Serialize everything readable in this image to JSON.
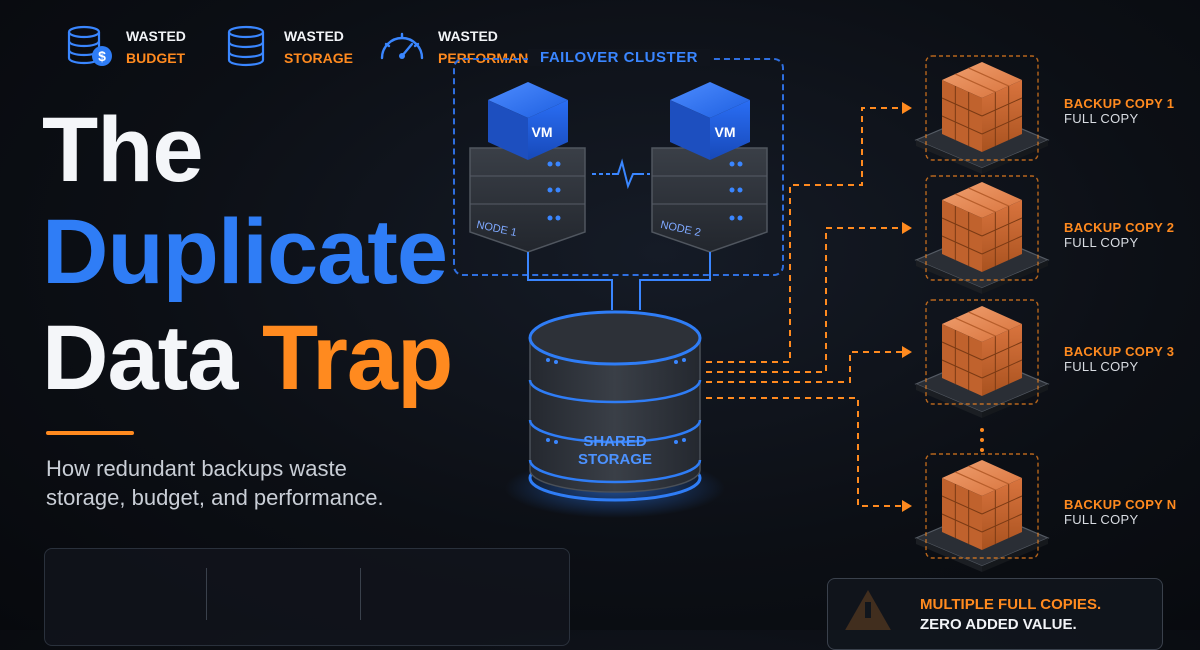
{
  "title": {
    "line1": "The",
    "line2": "Duplicate",
    "line3_word1": "Data",
    "line3_word2": "Trap",
    "subtitle": "How redundant backups waste storage, budget, and performance."
  },
  "stats": [
    {
      "word": "WASTED",
      "kind": "BUDGET",
      "icon": "database-dollar-icon"
    },
    {
      "word": "WASTED",
      "kind": "STORAGE",
      "icon": "database-icon"
    },
    {
      "word": "WASTED",
      "kind": "PERFORMANCE",
      "icon": "speedometer-icon"
    }
  ],
  "cluster": {
    "label": "FAILOVER CLUSTER",
    "nodes": [
      {
        "vm": "VM",
        "name": "NODE 1"
      },
      {
        "vm": "VM",
        "name": "NODE 2"
      }
    ]
  },
  "storage": {
    "line1": "SHARED",
    "line2": "STORAGE"
  },
  "backups": [
    {
      "title": "BACKUP COPY 1",
      "sub": "FULL COPY"
    },
    {
      "title": "BACKUP COPY 2",
      "sub": "FULL COPY"
    },
    {
      "title": "BACKUP COPY 3",
      "sub": "FULL COPY"
    },
    {
      "title": "BACKUP COPY N",
      "sub": "FULL COPY"
    }
  ],
  "warning": {
    "line1": "MULTIPLE FULL COPIES.",
    "line2": "ZERO ADDED VALUE.",
    "icon": "warning-icon"
  },
  "colors": {
    "blue": "#2f7df6",
    "orange": "#ff8a1f",
    "background": "#0c0f15"
  }
}
